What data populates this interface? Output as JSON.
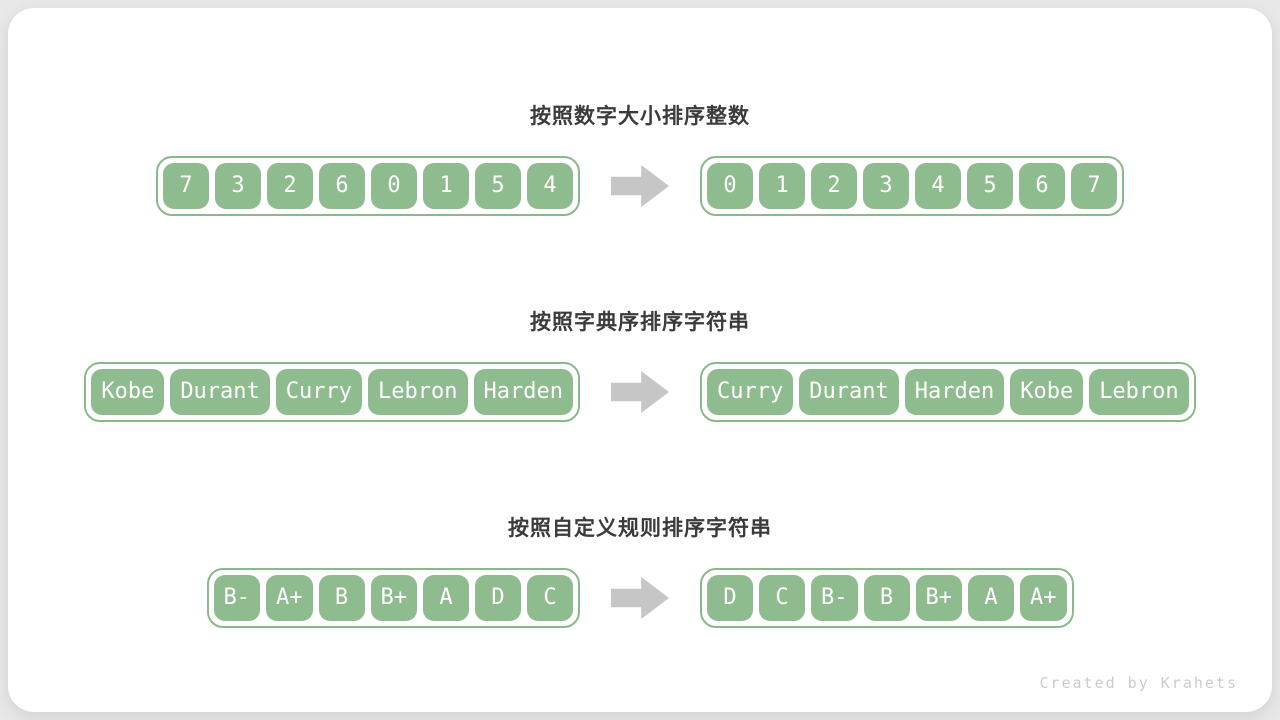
{
  "watermark": "Created by Krahets",
  "colors": {
    "page_bg": "#e8e8e8",
    "card_bg": "#ffffff",
    "cell_fill": "#8fbc8f",
    "container_border": "#8ab98a",
    "arrow_color": "#c6c6c6",
    "title_color": "#3b3b3b",
    "watermark_color": "#cccccc"
  },
  "sections": [
    {
      "title": "按照数字大小排序整数",
      "input": [
        "7",
        "3",
        "2",
        "6",
        "0",
        "1",
        "5",
        "4"
      ],
      "output": [
        "0",
        "1",
        "2",
        "3",
        "4",
        "5",
        "6",
        "7"
      ]
    },
    {
      "title": "按照字典序排序字符串",
      "input": [
        "Kobe",
        "Durant",
        "Curry",
        "Lebron",
        "Harden"
      ],
      "output": [
        "Curry",
        "Durant",
        "Harden",
        "Kobe",
        "Lebron"
      ]
    },
    {
      "title": "按照自定义规则排序字符串",
      "input": [
        "B-",
        "A+",
        "B",
        "B+",
        "A",
        "D",
        "C"
      ],
      "output": [
        "D",
        "C",
        "B-",
        "B",
        "B+",
        "A",
        "A+"
      ]
    }
  ]
}
